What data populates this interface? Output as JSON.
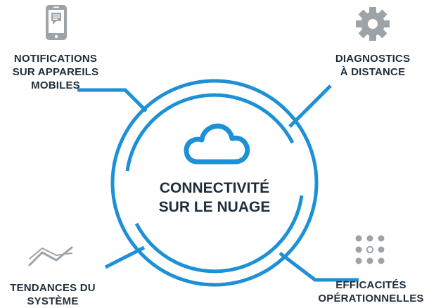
{
  "center": {
    "line1": "CONNECTIVITÉ",
    "line2": "SUR LE NUAGE"
  },
  "features": {
    "top_left": {
      "line1": "NOTIFICATIONS",
      "line2": "SUR APPAREILS",
      "line3": "MOBILES"
    },
    "top_right": {
      "line1": "DIAGNOSTICS",
      "line2": "À DISTANCE"
    },
    "bottom_left": {
      "line1": "TENDANCES DU",
      "line2": "SYSTÈME"
    },
    "bottom_right": {
      "line1": "EFFICACITÉS",
      "line2": "OPÉRATIONNELLES"
    }
  },
  "icons": {
    "cloud": "cloud-icon",
    "phone": "mobile-phone-icon",
    "gear": "gear-icon",
    "trend": "trend-line-icon",
    "dots": "dot-grid-icon"
  },
  "colors": {
    "accent": "#1e90d6",
    "icon_gray": "#9ea3a7",
    "text": "#1f2d3a"
  }
}
